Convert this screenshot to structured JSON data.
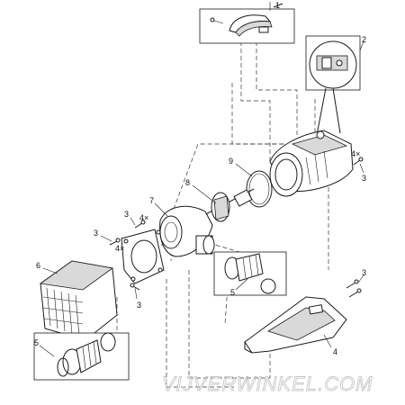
{
  "callouts": [
    {
      "id": "c1",
      "text": "1"
    },
    {
      "id": "c2",
      "text": "2"
    },
    {
      "id": "c3a",
      "text": "3"
    },
    {
      "id": "c3b",
      "text": "3"
    },
    {
      "id": "c3c",
      "text": "3"
    },
    {
      "id": "c3d",
      "text": "3"
    },
    {
      "id": "c3e",
      "text": "3"
    },
    {
      "id": "c4",
      "text": "4"
    },
    {
      "id": "c5a",
      "text": "5"
    },
    {
      "id": "c5b",
      "text": "5"
    },
    {
      "id": "c6",
      "text": "6"
    },
    {
      "id": "c7",
      "text": "7"
    },
    {
      "id": "c8",
      "text": "8"
    },
    {
      "id": "c9",
      "text": "9"
    }
  ],
  "quantity_marks": {
    "q1": "4×",
    "q2": "4×",
    "q3": "4×"
  },
  "watermark": "VIJVERWINKEL.COM"
}
